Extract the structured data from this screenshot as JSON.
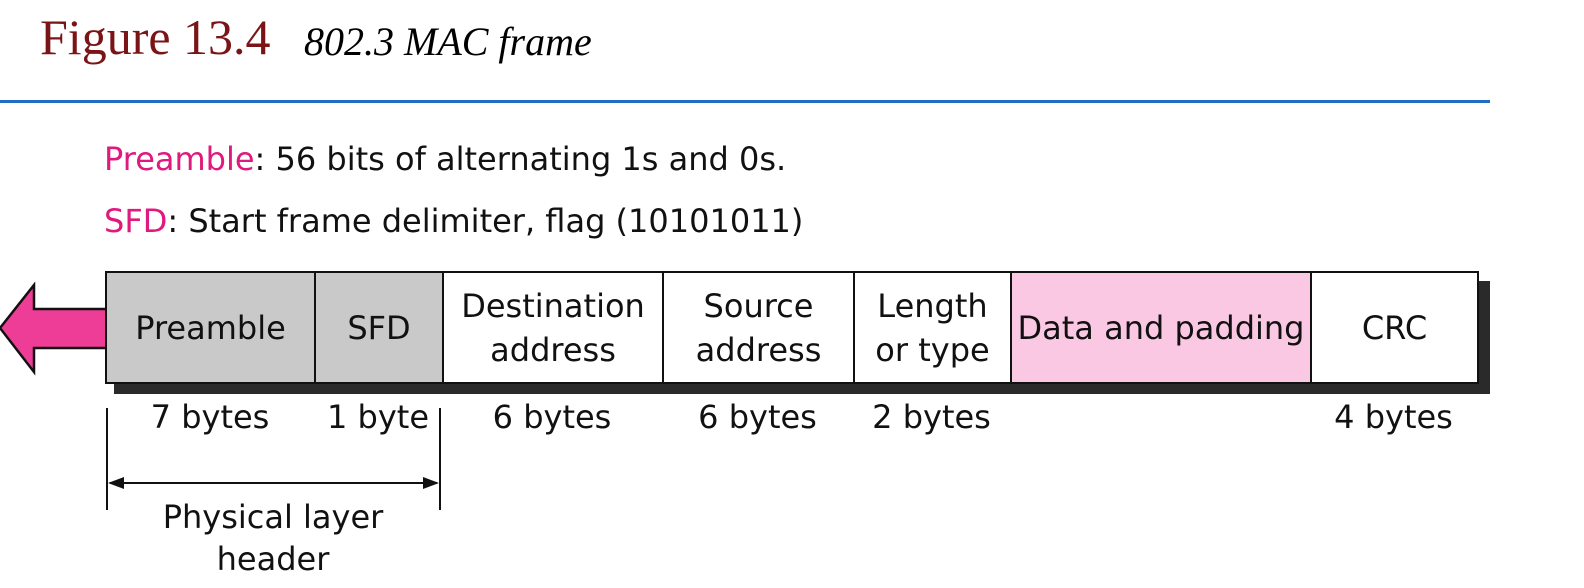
{
  "header": {
    "figure_number": "Figure 13.4",
    "caption": "802.3 MAC frame"
  },
  "definitions": [
    {
      "term": "Preamble",
      "text": ": 56 bits of alternating 1s and 0s."
    },
    {
      "term": "SFD",
      "text": ": Start frame delimiter, flag (10101011)"
    }
  ],
  "frame": {
    "fields": [
      {
        "label": "Preamble",
        "size": "7 bytes",
        "fill": "#c9c9c9"
      },
      {
        "label": "SFD",
        "size": "1 byte",
        "fill": "#c9c9c9"
      },
      {
        "label": "Destination\naddress",
        "size": "6 bytes",
        "fill": "#ffffff"
      },
      {
        "label": "Source\naddress",
        "size": "6 bytes",
        "fill": "#ffffff"
      },
      {
        "label": "Length\nor type",
        "size": "2 bytes",
        "fill": "#ffffff"
      },
      {
        "label": "Data and padding",
        "size": "",
        "fill": "#fbc8e4"
      },
      {
        "label": "CRC",
        "size": "4 bytes",
        "fill": "#ffffff"
      }
    ],
    "physical_layer_label": "Physical layer\nheader",
    "arrow_color": "#ee3d96"
  }
}
